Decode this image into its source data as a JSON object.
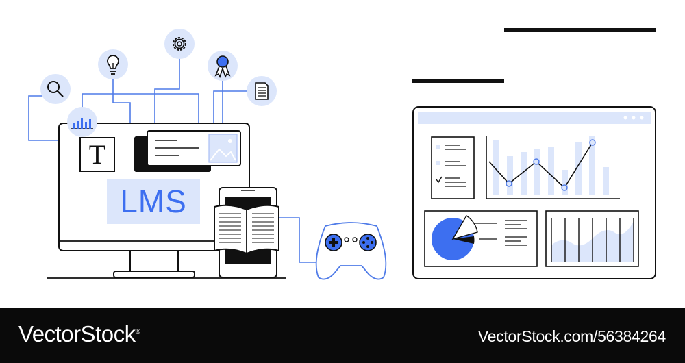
{
  "illustration": {
    "monitor_label": "LMS",
    "text_tool_glyph": "T",
    "icons": [
      "search-icon",
      "bar-chart-icon",
      "lightbulb-icon",
      "gear-icon",
      "award-ribbon-icon",
      "document-icon",
      "image-icon",
      "open-book-icon",
      "gamepad-icon",
      "checklist-icon",
      "pie-chart-icon",
      "line-chart-icon",
      "area-chart-icon"
    ],
    "colors": {
      "accent": "#3d6ff0",
      "accent_light": "#dce6fb",
      "stroke": "#111111",
      "line": "#4f7be8"
    }
  },
  "footer": {
    "brand": "VectorStock",
    "brand_mark": "®",
    "stock_id": "VectorStock.com/56384264"
  }
}
